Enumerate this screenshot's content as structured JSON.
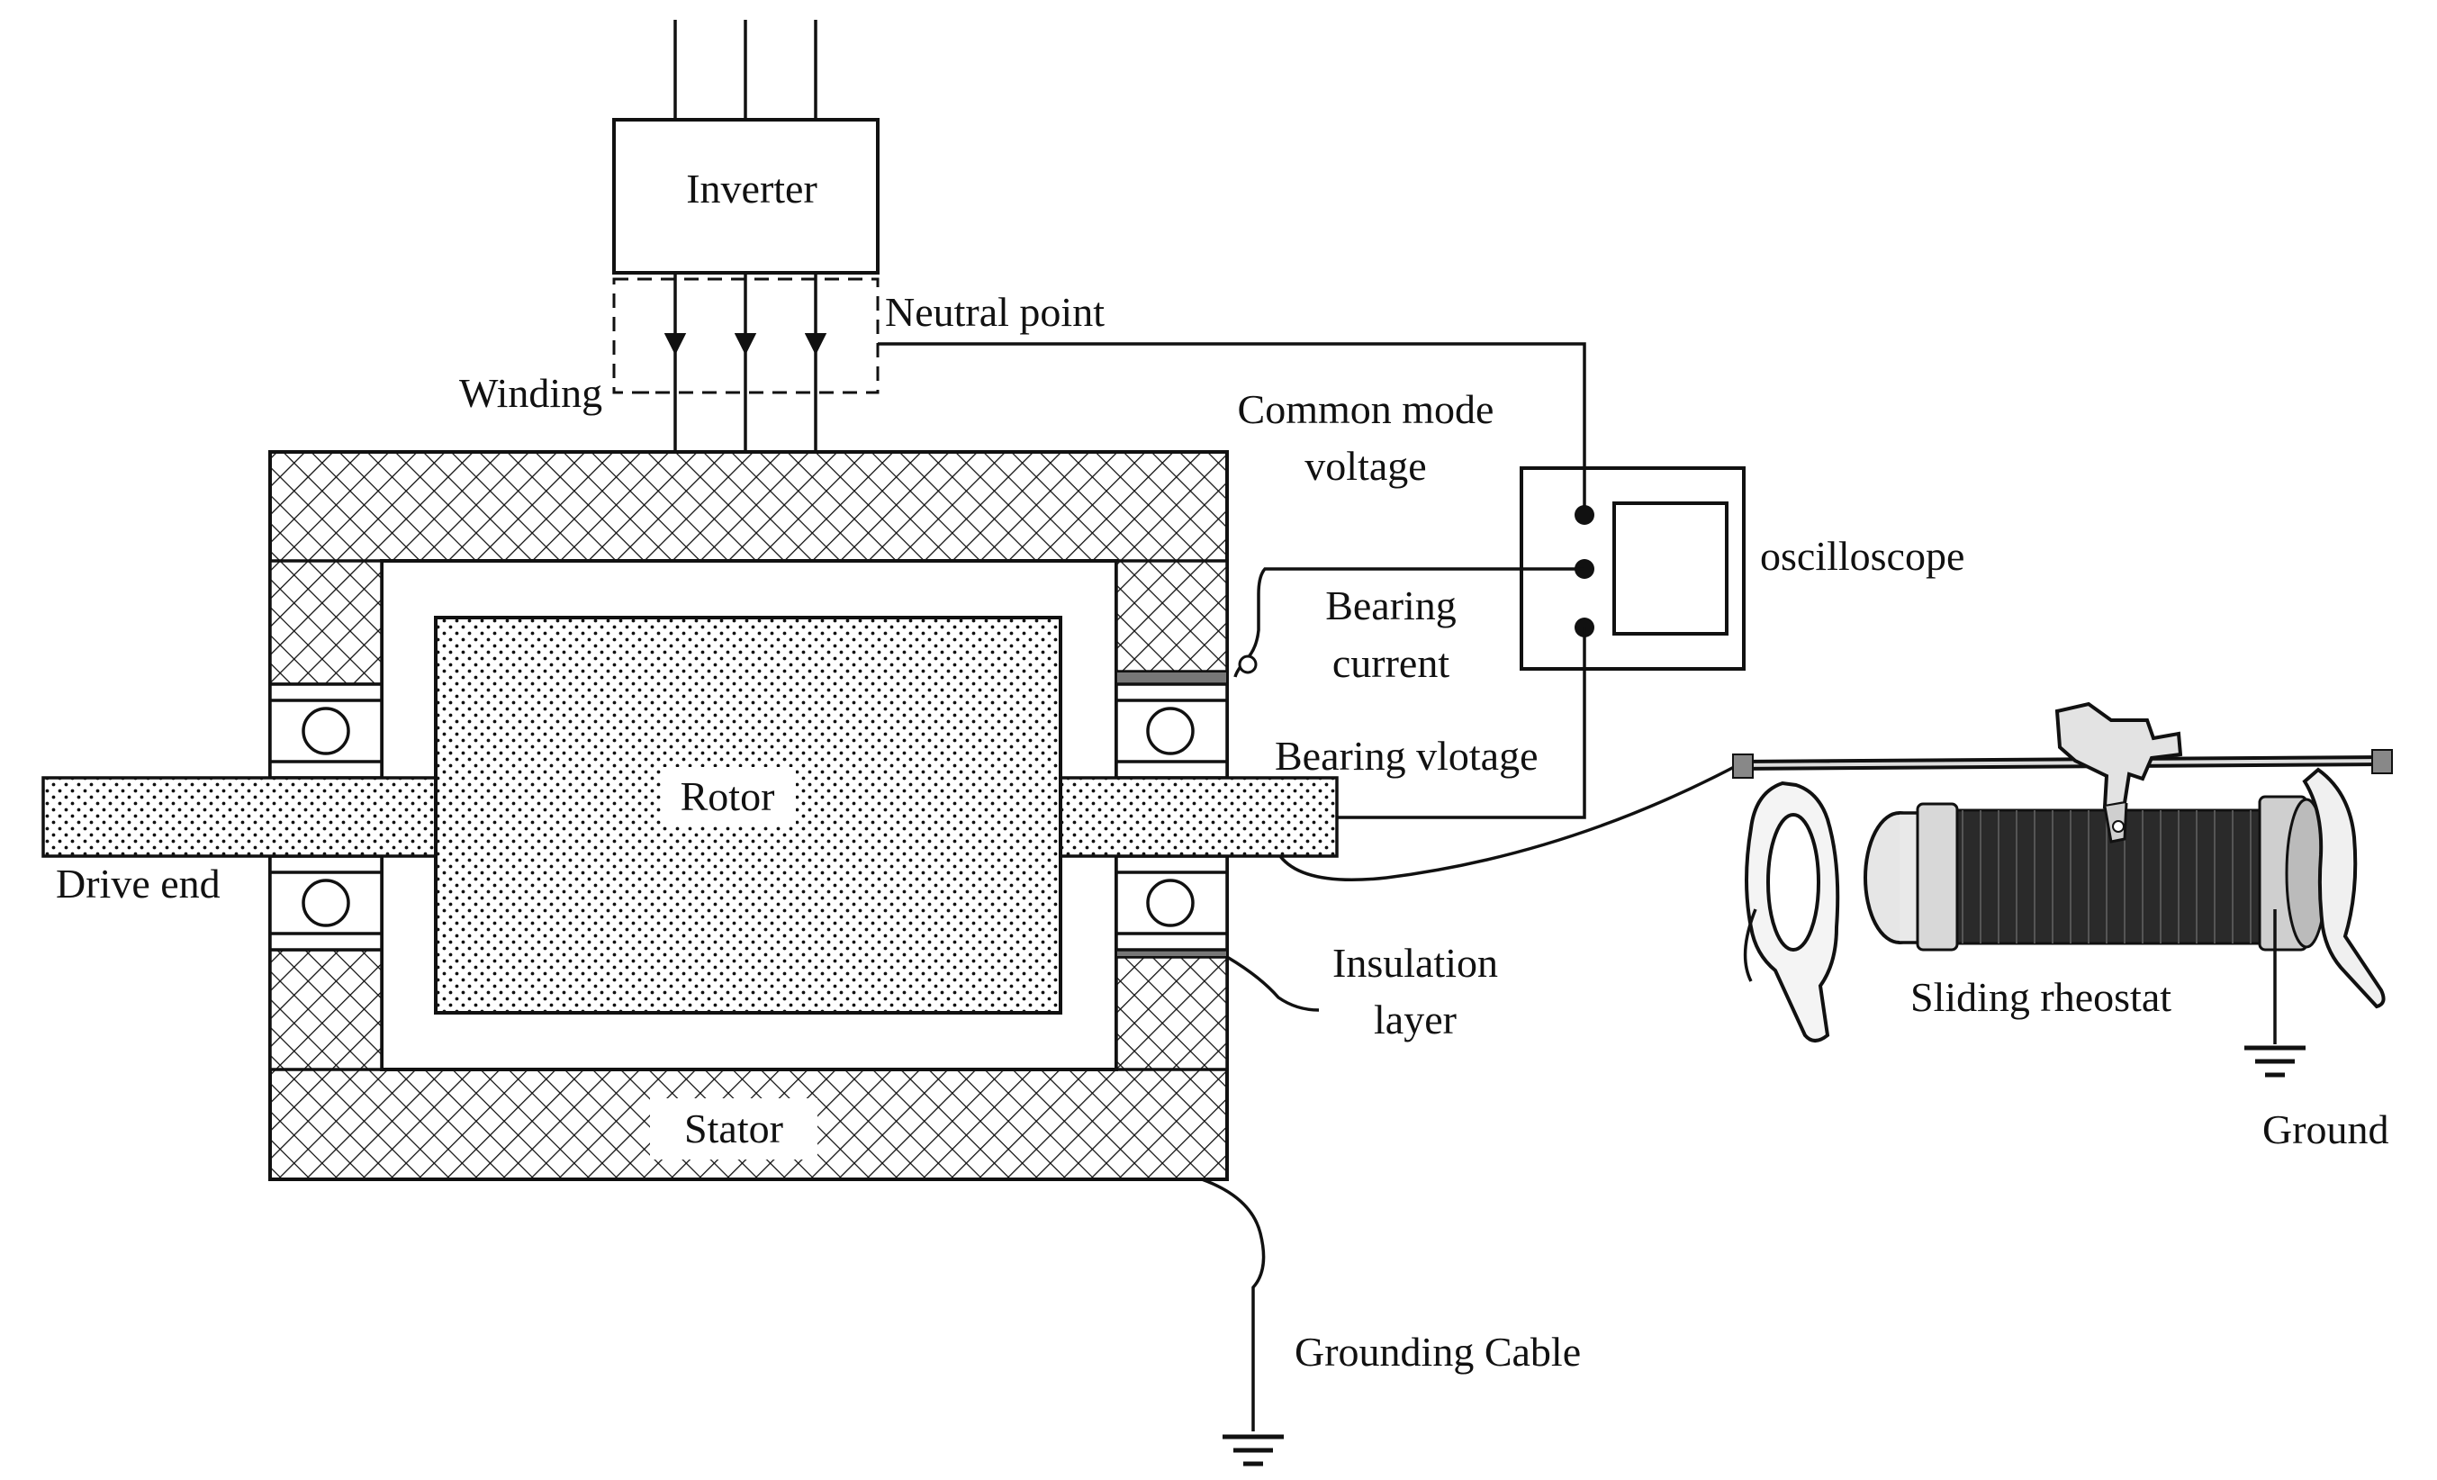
{
  "labels": {
    "inverter": "Inverter",
    "neutral_point": "Neutral point",
    "winding": "Winding",
    "common_mode_voltage_line1": "Common mode",
    "common_mode_voltage_line2": "voltage",
    "oscilloscope": "oscilloscope",
    "bearing_current_line1": "Bearing",
    "bearing_current_line2": "current",
    "bearing_voltage": "Bearing vlotage",
    "rotor": "Rotor",
    "drive_end": "Drive end",
    "insulation_layer_line1": "Insulation",
    "insulation_layer_line2": "layer",
    "stator": "Stator",
    "grounding_cable": "Grounding Cable",
    "sliding_rheostat": "Sliding rheostat",
    "ground": "Ground"
  },
  "icons": {
    "ground_symbol": "ground-icon",
    "bearing_ball": "bearing-ball-icon",
    "current_probe": "current-probe-icon",
    "rheostat": "sliding-rheostat-icon"
  },
  "colors": {
    "ink": "#111111",
    "background": "#ffffff",
    "insulation": "#777777",
    "rheostat_coil": "#2a2a2a"
  }
}
